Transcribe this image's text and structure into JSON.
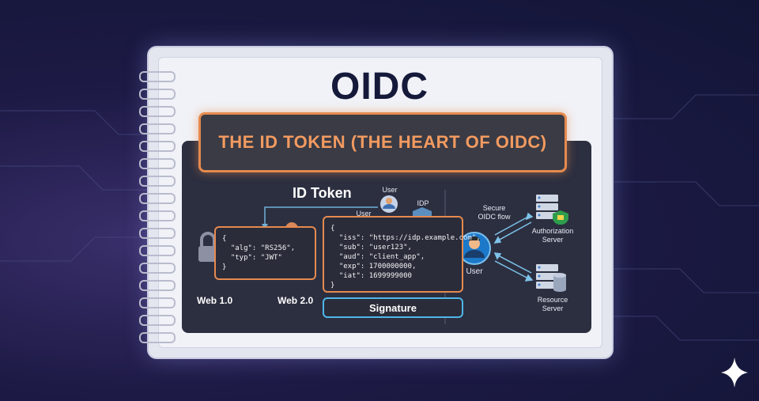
{
  "title": "OIDC",
  "banner": "THE ID TOKEN (THE HEART OF OIDC)",
  "id_token_heading": "ID Token",
  "header_code": "{\n  \"alg\": \"RS256\",\n  \"typ\": \"JWT\"\n}",
  "payload_code": "{\n  \"iss\": \"https://idp.example.com\",\n  \"sub\": \"user123\",\n  \"aud\": \"client_app\",\n  \"exp\": 1700000000,\n  \"iat\": 1699999000\n}",
  "signature": "Signature",
  "labels": {
    "web1": "Web 1.0",
    "web2": "Web 2.0",
    "user_top": "User",
    "user_mid": "User",
    "idp": "IDP",
    "user_right": "User",
    "secure_flow_1": "Secure",
    "secure_flow_2": "OIDC flow",
    "auth_server_1": "Authorization",
    "auth_server_2": "Server",
    "res_server_1": "Resource",
    "res_server_2": "Server"
  },
  "colors": {
    "accent_orange": "#e58a4f",
    "accent_blue": "#4fb6e8",
    "title_dark": "#15193a"
  },
  "icons": [
    "lock-icon",
    "person-icon",
    "shield-icon",
    "server-icon",
    "database-icon",
    "sparkle-icon"
  ]
}
